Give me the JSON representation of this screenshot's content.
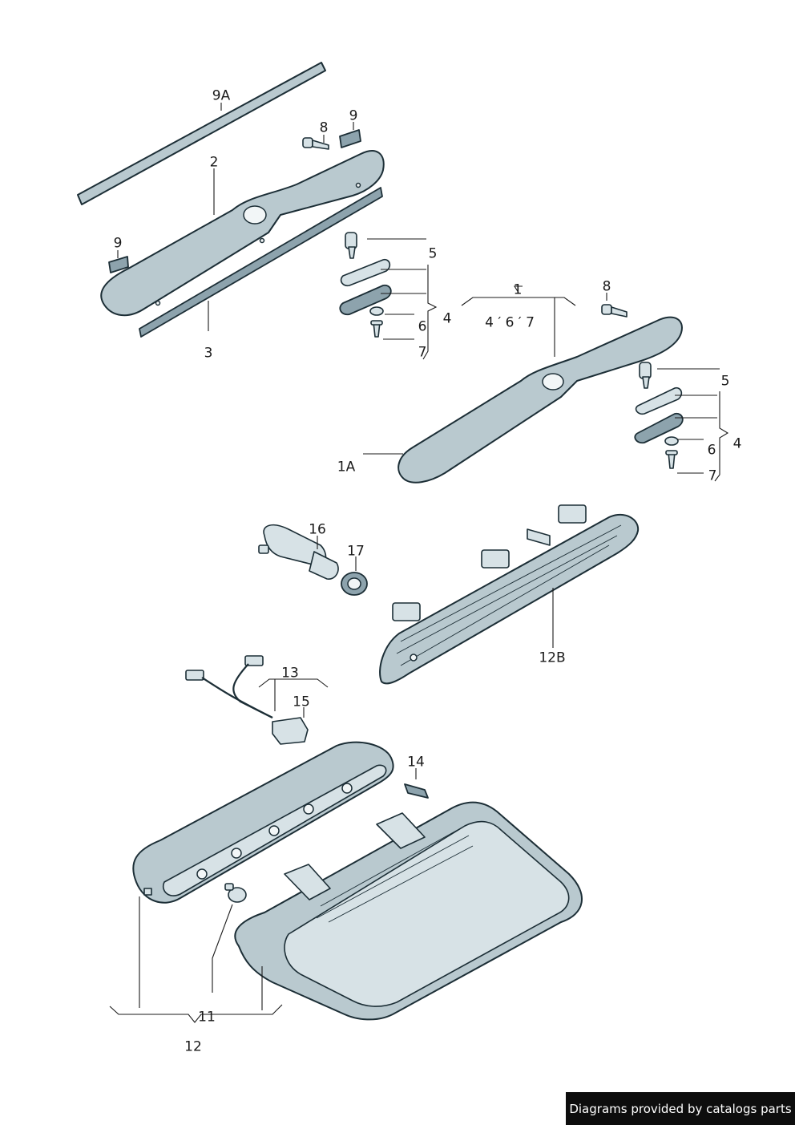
{
  "callouts": {
    "c1": "1",
    "c1A": "1A",
    "c2": "2",
    "c3": "3",
    "c4a": "4",
    "c4b": "4",
    "c467": "4 ′ 6 ′ 7",
    "c5a": "5",
    "c5b": "5",
    "c6a": "6",
    "c6b": "6",
    "c7a": "7",
    "c7b": "7",
    "c8a": "8",
    "c8b": "8",
    "c9a": "9",
    "c9b": "9",
    "c9A": "9A",
    "c11": "11",
    "c12": "12",
    "c12B": "12B",
    "c13": "13",
    "c14": "14",
    "c15": "15",
    "c16": "16",
    "c17": "17"
  },
  "credit": "Diagrams provided by catalogs parts",
  "colors": {
    "part_fill": "#b9c9cf",
    "outline": "#1c2e36",
    "credit_bg": "#0d0d0d"
  }
}
